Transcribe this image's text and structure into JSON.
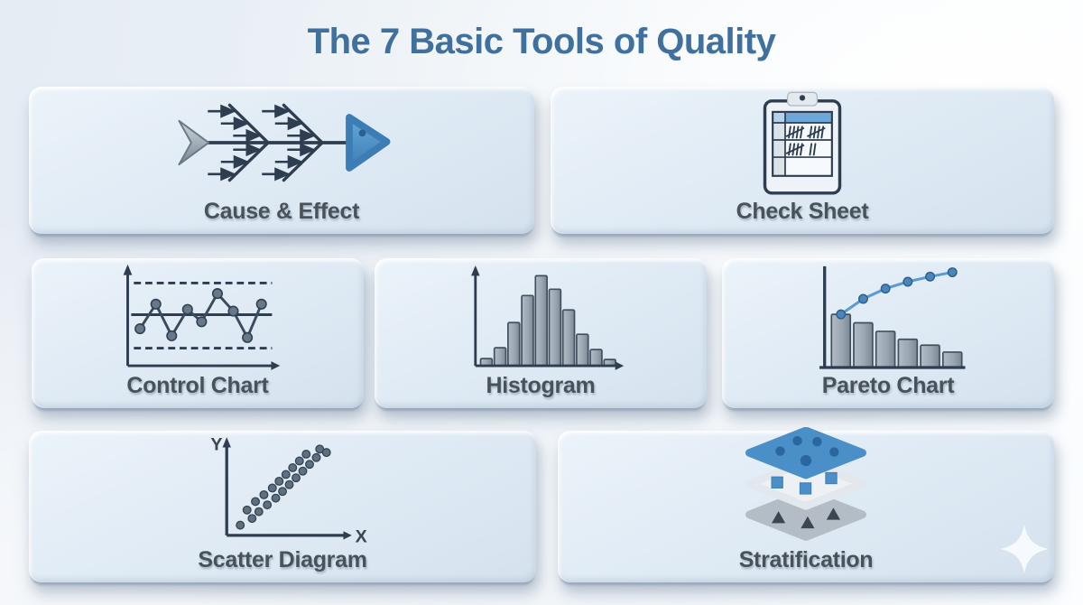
{
  "title": "The 7 Basic Tools of Quality",
  "colors": {
    "title_text": "#40719e",
    "card_background": "#dde9f3",
    "label_text": "#49525a",
    "accent_blue": "#4a8fc7",
    "line_dark": "#2e3d4f",
    "bar_gray": "#97a3ae"
  },
  "cards": [
    {
      "label": "Cause & Effect",
      "icon": "fishbone-diagram-icon"
    },
    {
      "label": "Check Sheet",
      "icon": "clipboard-tally-icon"
    },
    {
      "label": "Control Chart",
      "icon": "control-chart-icon"
    },
    {
      "label": "Histogram",
      "icon": "histogram-icon"
    },
    {
      "label": "Pareto Chart",
      "icon": "pareto-chart-icon"
    },
    {
      "label": "Scatter Diagram",
      "icon": "scatter-plot-icon"
    },
    {
      "label": "Stratification",
      "icon": "stacked-layers-icon"
    }
  ],
  "icon_data": {
    "control_chart": {
      "points": [
        [
          34,
          82
        ],
        [
          52,
          54
        ],
        [
          70,
          90
        ],
        [
          88,
          60
        ],
        [
          104,
          74
        ],
        [
          122,
          42
        ],
        [
          140,
          62
        ],
        [
          156,
          92
        ],
        [
          172,
          54
        ]
      ]
    },
    "histogram": {
      "bar_heights_pct": [
        8,
        20,
        48,
        78,
        100,
        85,
        62,
        35,
        18,
        7
      ]
    },
    "pareto": {
      "bar_heights_pct": [
        100,
        84,
        68,
        53,
        42,
        29
      ],
      "cumulative_points": [
        [
          45,
          64
        ],
        [
          71,
          46
        ],
        [
          97,
          34
        ],
        [
          123,
          26
        ],
        [
          149,
          20
        ],
        [
          175,
          15
        ]
      ]
    },
    "scatter": {
      "x_label": "X",
      "y_label": "Y",
      "points": [
        [
          52,
          116
        ],
        [
          66,
          108
        ],
        [
          60,
          98
        ],
        [
          74,
          100
        ],
        [
          70,
          88
        ],
        [
          84,
          92
        ],
        [
          80,
          80
        ],
        [
          94,
          84
        ],
        [
          90,
          72
        ],
        [
          102,
          76
        ],
        [
          98,
          64
        ],
        [
          110,
          68
        ],
        [
          106,
          56
        ],
        [
          118,
          60
        ],
        [
          114,
          48
        ],
        [
          126,
          52
        ],
        [
          122,
          40
        ],
        [
          134,
          44
        ],
        [
          130,
          32
        ],
        [
          142,
          36
        ],
        [
          146,
          26
        ],
        [
          154,
          30
        ]
      ]
    },
    "check_sheet": {
      "row_tallies": [
        [
          5,
          5
        ],
        [
          5,
          2
        ],
        []
      ]
    }
  }
}
